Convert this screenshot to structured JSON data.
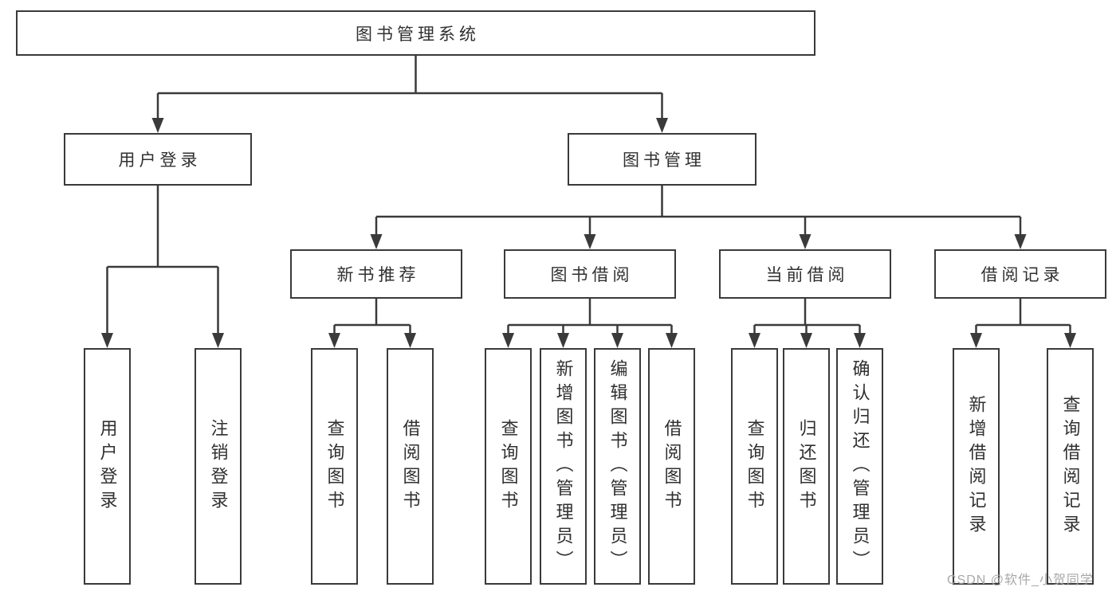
{
  "tree": {
    "root": "图书管理系统",
    "level2": [
      "用户登录",
      "图书管理"
    ],
    "user_children": [
      "用户登录",
      "注销登录"
    ],
    "level3": [
      "新书推荐",
      "图书借阅",
      "当前借阅",
      "借阅记录"
    ],
    "level3_children": [
      [
        "查询图书",
        "借阅图书"
      ],
      [
        "查询图书",
        "新增图书（管理员）",
        "编辑图书（管理员）",
        "借阅图书"
      ],
      [
        "查询图书",
        "归还图书",
        "确认归还（管理员）"
      ],
      [
        "新增借阅记录",
        "查询借阅记录"
      ]
    ]
  },
  "watermark": "CSDN @软件_小贺同学",
  "colors": {
    "line": "#3a3a3a",
    "text": "#303030",
    "watermark": "#a8a8a8",
    "background": "#ffffff"
  }
}
